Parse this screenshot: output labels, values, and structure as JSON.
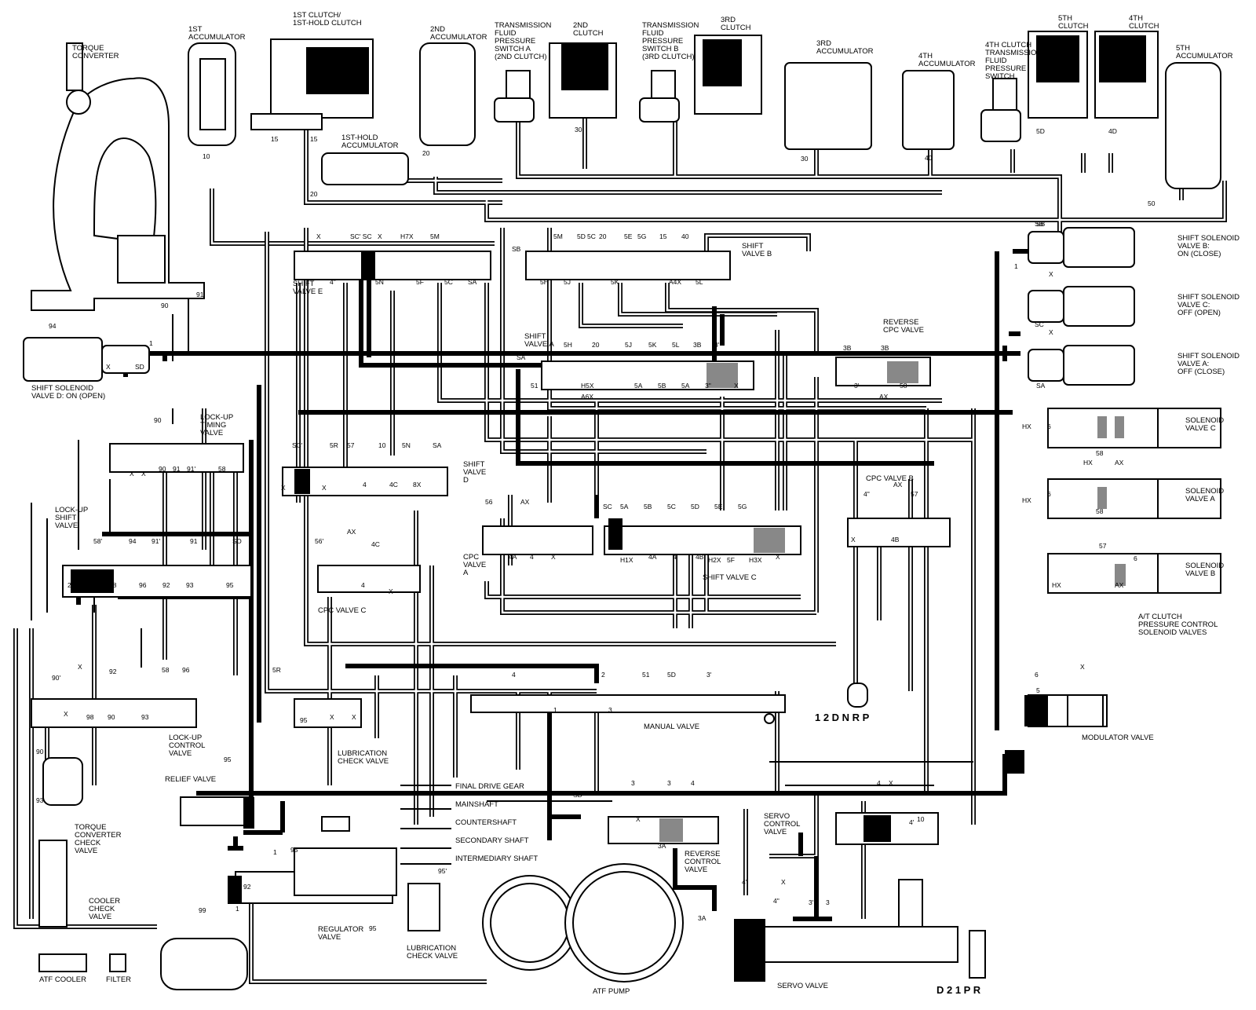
{
  "components": {
    "torque_converter": "TORQUE\nCONVERTER",
    "accumulator_1st": "1ST\nACCUMULATOR",
    "clutch_1st": "1ST CLUTCH/\n1ST-HOLD CLUTCH",
    "accumulator_1st_hold": "1ST-HOLD\nACCUMULATOR",
    "accumulator_2nd": "2ND\nACCUMULATOR",
    "pressure_switch_a": "TRANSMISSION\nFLUID\nPRESSURE\nSWITCH A\n(2ND CLUTCH)",
    "clutch_2nd": "2ND\nCLUTCH",
    "pressure_switch_b": "TRANSMISSION\nFLUID\nPRESSURE\nSWITCH B\n(3RD CLUTCH)",
    "clutch_3rd": "3RD\nCLUTCH",
    "accumulator_3rd": "3RD\nACCUMULATOR",
    "accumulator_4th": "4TH\nACCUMULATOR",
    "pressure_switch_4th": "4TH CLUTCH\nTRANSMISSION\nFLUID\nPRESSURE\nSWITCH",
    "clutch_5th": "5TH\nCLUTCH",
    "clutch_4th": "4TH\nCLUTCH",
    "accumulator_5th": "5TH\nACCUMULATOR",
    "shift_solenoid_b": "SHIFT SOLENOID\nVALVE B:\nON (CLOSE)",
    "shift_solenoid_c": "SHIFT SOLENOID\nVALVE C:\nOFF (OPEN)",
    "shift_solenoid_a": "SHIFT SOLENOID\nVALVE A:\nOFF (CLOSE)",
    "solenoid_valve_c": "SOLENOID\nVALVE C",
    "solenoid_valve_a": "SOLENOID\nVALVE A",
    "solenoid_valve_b": "SOLENOID\nVALVE B",
    "at_clutch_solenoids": "A/T CLUTCH\nPRESSURE CONTROL\nSOLENOID VALVES",
    "shift_solenoid_d": "SHIFT SOLENOID\nVALVE D: ON (OPEN)",
    "shift_valve_e": "SHIFT\nVALVE E",
    "shift_valve_b": "SHIFT\nVALVE B",
    "shift_valve_a": "SHIFT\nVALVE A",
    "reverse_cpc_valve": "REVERSE\nCPC VALVE",
    "lockup_timing_valve": "LOCK-UP\nTIMING\nVALVE",
    "shift_valve_d": "SHIFT\nVALVE\nD",
    "cpc_valve_b": "CPC VALVE B",
    "cpc_valve_a": "CPC\nVALVE\nA",
    "shift_valve_c": "SHIFT VALVE C",
    "lockup_shift_valve": "LOCK-UP\nSHIFT\nVALVE",
    "cpc_valve_c": "CPC VALVE C",
    "manual_valve": "MANUAL VALVE",
    "lockup_control_valve": "LOCK-UP\nCONTROL\nVALVE",
    "lubrication_check_valve_upper": "LUBRICATION\nCHECK VALVE",
    "modulator_valve": "MODULATOR VALVE",
    "relief_valve": "RELIEF VALVE",
    "torque_converter_check": "TORQUE\nCONVERTER\nCHECK\nVALVE",
    "cooler_check": "COOLER\nCHECK\nVALVE",
    "regulator_valve": "REGULATOR\nVALVE",
    "lubrication_check_valve_lower": "LUBRICATION\nCHECK VALVE",
    "reverse_control_valve": "REVERSE\nCONTROL\nVALVE",
    "servo_control_valve": "SERVO\nCONTROL\nVALVE",
    "servo_valve": "SERVO VALVE",
    "atf_cooler": "ATF COOLER",
    "filter": "FILTER",
    "atf_pump": "ATF PUMP"
  },
  "legend": [
    "FINAL DRIVE GEAR",
    "MAINSHAFT",
    "COUNTERSHAFT",
    "SECONDARY SHAFT",
    "INTERMEDIARY SHAFT"
  ],
  "selector": {
    "positions": "1 2 D N R  P",
    "servo_positions": "D 2 1   P R"
  },
  "port_labels": [
    "10",
    "15",
    "15",
    "20",
    "20",
    "30",
    "30",
    "40",
    "50",
    "4D",
    "5D",
    "SB",
    "X",
    "SC' SC",
    "X",
    "H7X",
    "5M",
    "SB",
    "5M",
    "5D",
    "5C",
    "20",
    "5E",
    "5G",
    "15",
    "40",
    "4\"",
    "5N",
    "5F",
    "5C",
    "SA",
    "5H",
    "5J",
    "5K",
    "A4X",
    "5L",
    "90",
    "91",
    "94",
    "1",
    "X",
    "SD",
    "SB",
    "1",
    "X",
    "SC",
    "X",
    "SA",
    "5H",
    "20",
    "5J",
    "5K",
    "5L",
    "3B",
    "3'",
    "SA",
    "51",
    "H5X",
    "A6X",
    "5A",
    "5B",
    "5A",
    "3\"",
    "X",
    "3B",
    "3B",
    "3'",
    "AX",
    "58",
    "HX",
    "6",
    "58",
    "HX",
    "AX",
    "HX",
    "6",
    "58",
    "57",
    "6",
    "HX",
    "AX",
    "90",
    "90",
    "91",
    "91'",
    "58",
    "X",
    "X",
    "SC'",
    "5R",
    "57",
    "10",
    "5N",
    "SA",
    "X",
    "X",
    "4",
    "4C",
    "8X",
    "56",
    "AX",
    "4A",
    "4",
    "X",
    "SC",
    "5A",
    "5B",
    "5C",
    "5D",
    "5E",
    "5G",
    "H1X",
    "4A",
    "4",
    "4B",
    "H2X",
    "5F",
    "H3X",
    "X",
    "4\"",
    "AX",
    "57",
    "X",
    "4B",
    "56'",
    "AX",
    "4C",
    "4",
    "X",
    "58'",
    "94",
    "91'",
    "91",
    "SD",
    "2",
    "X",
    "58",
    "96",
    "92",
    "93",
    "95",
    "90'",
    "X",
    "92",
    "58",
    "96",
    "X",
    "98",
    "90",
    "93",
    "5R",
    "95",
    "X",
    "X",
    "4",
    "2",
    "51",
    "5D",
    "3'",
    "1",
    "3",
    "5",
    "93",
    "90",
    "2",
    "95",
    "1",
    "92",
    "95",
    "1",
    "95",
    "95'",
    "SD",
    "X",
    "3A",
    "3",
    "4",
    "3",
    "4",
    "X",
    "4'",
    "10",
    "4'",
    "4\"",
    "X",
    "3'",
    "3",
    "3A",
    "99",
    "1",
    "6",
    "X"
  ]
}
